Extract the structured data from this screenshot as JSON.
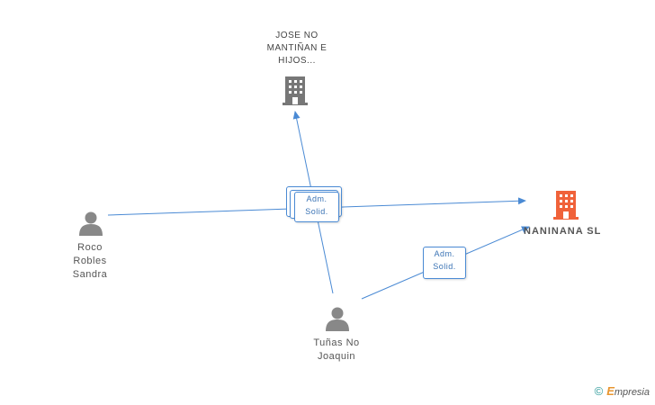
{
  "nodes": {
    "jose": {
      "name_lines": [
        "JOSE NO",
        "MANTIÑAN E",
        "HIJOS..."
      ],
      "type": "company"
    },
    "naninana": {
      "name": "NANINANA SL",
      "type": "company-focus"
    },
    "roco": {
      "name_lines": [
        "Roco",
        "Robles",
        "Sandra"
      ],
      "type": "person"
    },
    "tunas": {
      "name_lines": [
        "Tuñas No",
        "Joaquin"
      ],
      "type": "person"
    }
  },
  "edge_labels": {
    "center_front": [
      "Adm.",
      "Solid."
    ],
    "right": [
      "Adm.",
      "Solid."
    ]
  },
  "colors": {
    "edge": "#4a8ad4",
    "company_icon": "#777777",
    "focus_icon": "#f0623a",
    "person_icon": "#888888"
  },
  "footer": {
    "copyright_symbol": "©",
    "brand_initial": "E",
    "brand_rest": "mpresia"
  }
}
